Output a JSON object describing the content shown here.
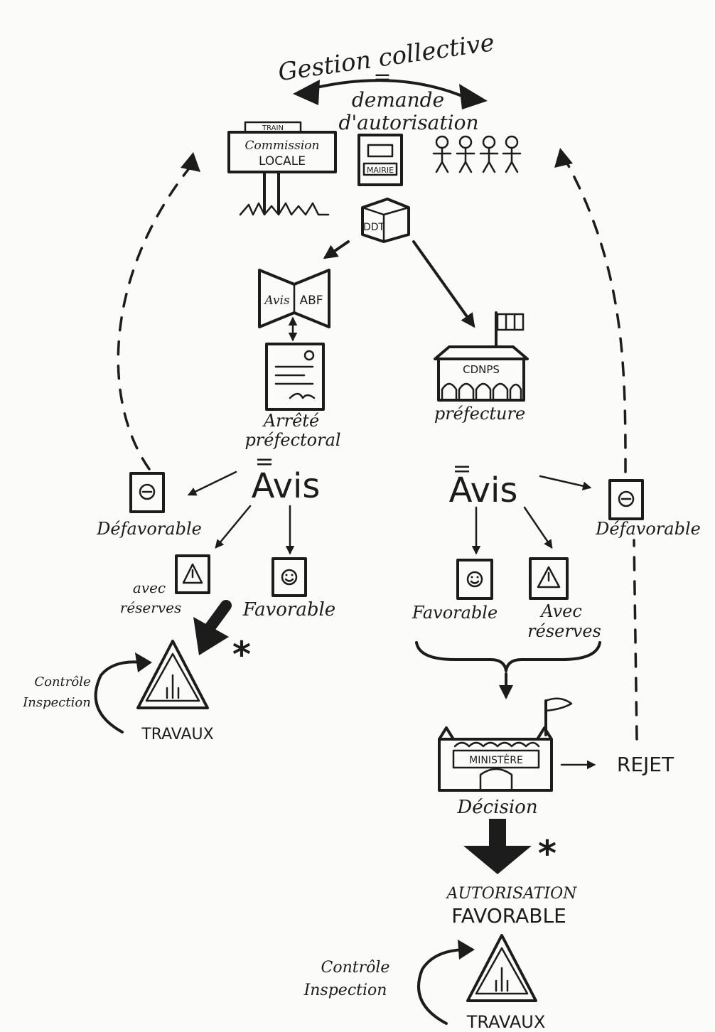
{
  "title": "Gestion collective",
  "equals": "=",
  "subtitle_line1": "demande",
  "subtitle_line2": "d'autorisation",
  "commission": {
    "top": "TRAIN",
    "line1": "Commission",
    "line2": "LOCALE"
  },
  "mairie": "MAIRIE",
  "ddt": "DDT",
  "abf": {
    "left": "Avis",
    "right": "ABF"
  },
  "arrete": {
    "line1": "Arrêté",
    "line2": "préfectoral"
  },
  "cdnps": "CDNPS",
  "prefecture": "préfecture",
  "left_avis": {
    "label": "Avis",
    "defavorable": "Défavorable",
    "reserves_line1": "avec",
    "reserves_line2": "réserves",
    "favorable": "Favorable"
  },
  "right_avis": {
    "label": "Avis",
    "defavorable": "Défavorable",
    "favorable": "Favorable",
    "reserves_line1": "Avec",
    "reserves_line2": "réserves"
  },
  "left_works": {
    "controle": "Contrôle",
    "inspection": "Inspection",
    "travaux": "TRAVAUX",
    "asterisk": "*"
  },
  "ministere": "MINISTÈRE",
  "decision": "Décision",
  "rejet": "REJET",
  "autorisation_line1": "AUTORISATION",
  "autorisation_line2": "FAVORABLE",
  "bottom_works": {
    "controle": "Contrôle",
    "inspection": "Inspection",
    "travaux": "TRAVAUX",
    "asterisk": "*"
  }
}
